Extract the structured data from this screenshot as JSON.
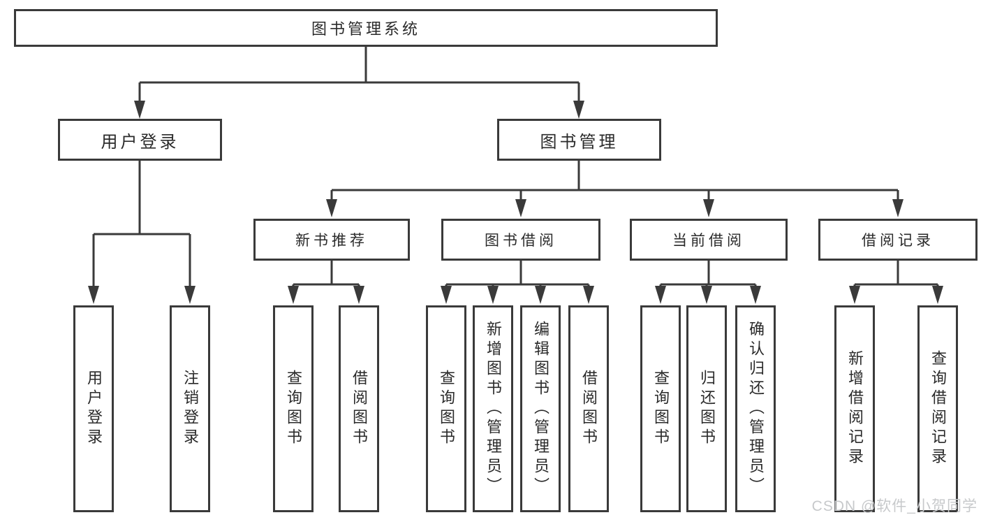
{
  "diagram": {
    "root": {
      "label": "图书管理系统"
    },
    "branches": [
      {
        "label": "用户登录"
      },
      {
        "label": "图书管理"
      }
    ],
    "groups": [
      {
        "label": "新书推荐"
      },
      {
        "label": "图书借阅"
      },
      {
        "label": "当前借阅"
      },
      {
        "label": "借阅记录"
      }
    ],
    "leaves": [
      {
        "label": "用户登录"
      },
      {
        "label": "注销登录"
      },
      {
        "label": "查询图书"
      },
      {
        "label": "借阅图书"
      },
      {
        "label": "查询图书"
      },
      {
        "label": "新增图书（管理员）"
      },
      {
        "label": "编辑图书（管理员）"
      },
      {
        "label": "借阅图书"
      },
      {
        "label": "查询图书"
      },
      {
        "label": "归还图书"
      },
      {
        "label": "确认归还（管理员）"
      },
      {
        "label": "新增借阅记录"
      },
      {
        "label": "查询借阅记录"
      }
    ]
  },
  "watermark": {
    "text": "CSDN @软件_小贺同学"
  },
  "colors": {
    "line": "#3a3a3a",
    "text": "#2a2a2a",
    "background": "#ffffff",
    "watermark": "#c7c9cb"
  }
}
